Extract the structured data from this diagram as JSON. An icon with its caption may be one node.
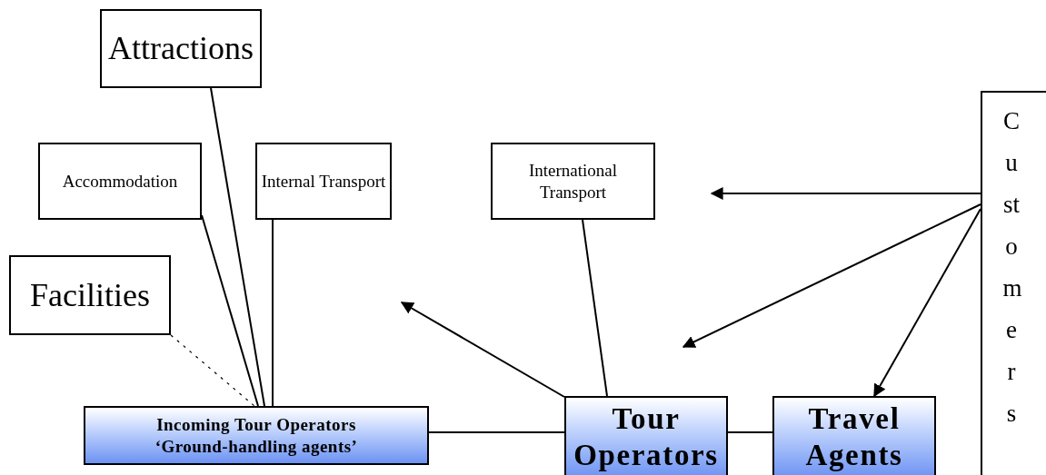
{
  "diagram": {
    "nodes": [
      {
        "text": [
          "Attractions"
        ]
      },
      {
        "text": [
          "Accommodation"
        ]
      },
      {
        "text": [
          "Internal Transport"
        ]
      },
      {
        "text": [
          "International Transport"
        ]
      },
      {
        "text": [
          "Facilities"
        ]
      },
      {
        "text": [
          "Incoming Tour Operators",
          "‘Ground-handling agents’"
        ]
      },
      {
        "text": [
          "Tour Operators"
        ]
      },
      {
        "text": [
          "Travel Agents"
        ]
      },
      {
        "text": [
          "Customers"
        ]
      }
    ],
    "edges": [
      {
        "from": 0,
        "to": 5,
        "arrow": "none"
      },
      {
        "from": 1,
        "to": 5,
        "arrow": "none"
      },
      {
        "from": 2,
        "to": 5,
        "arrow": "none"
      },
      {
        "from": 4,
        "to": 5,
        "arrow": "none",
        "style": "dashed"
      },
      {
        "from": 5,
        "to": 6,
        "arrow": "none"
      },
      {
        "from": 3,
        "to": 6,
        "arrow": "none"
      },
      {
        "from": 6,
        "to": 7,
        "arrow": "none"
      },
      {
        "from": 8,
        "to": null,
        "arrow": "to"
      },
      {
        "from": 8,
        "to": null,
        "arrow": "to"
      },
      {
        "from": 8,
        "to": 7,
        "arrow": "to"
      },
      {
        "from": 6,
        "to": null,
        "arrow": "to"
      }
    ]
  }
}
